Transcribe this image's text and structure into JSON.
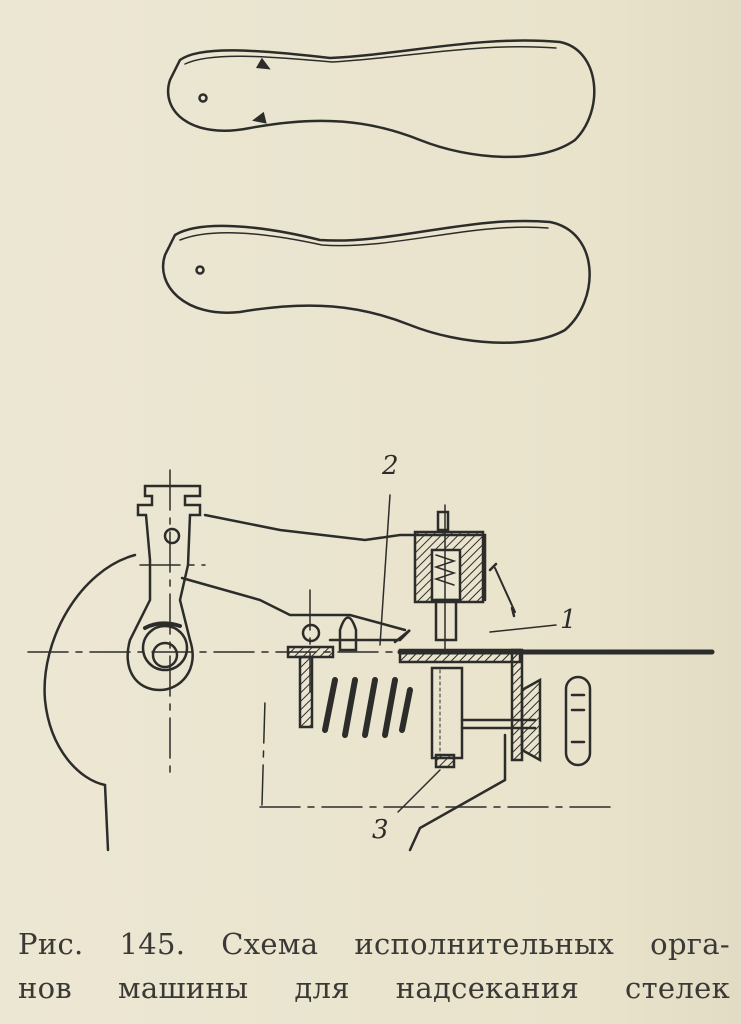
{
  "figure": {
    "labels": {
      "one": "1",
      "two": "2",
      "three": "3"
    },
    "caption_line1": "Рис. 145. Схема исполнительных орга-",
    "caption_line2": "нов машины для надсекания стелек"
  },
  "colors": {
    "paper": "#ebe6d1",
    "ink": "#2c2c2a"
  }
}
